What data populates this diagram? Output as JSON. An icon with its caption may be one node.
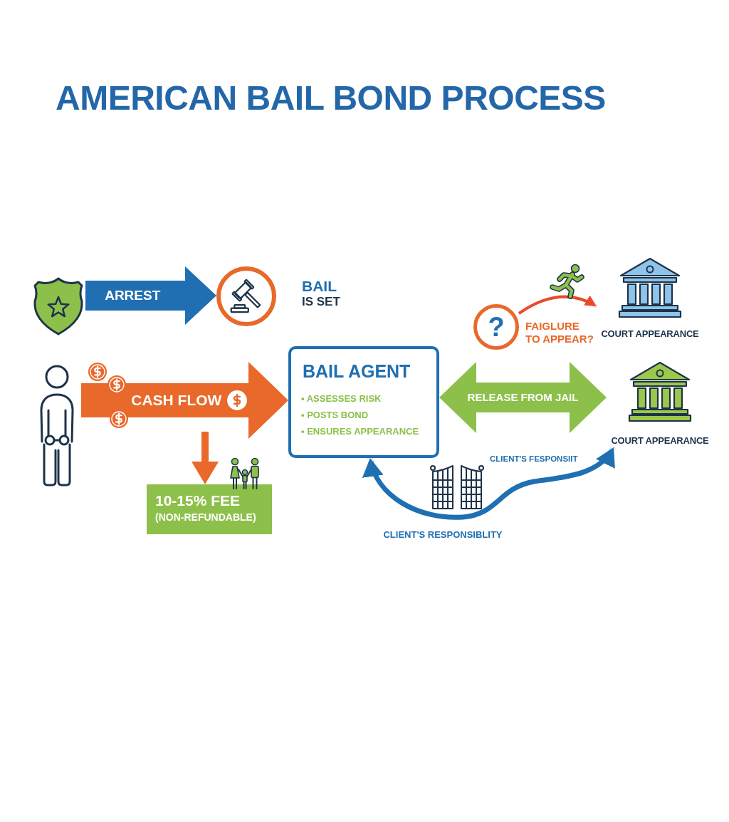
{
  "diagram": {
    "title": "AMERICAN BAIL BOND PROCESS",
    "nodes": [
      {
        "text": [],
        "shape": "picture"
      },
      {
        "text": [],
        "shape": "circle",
        "beside": [
          "BAIL",
          "IS SET"
        ]
      },
      {
        "text": [
          "?"
        ],
        "beside": [
          "FAIGLURE TO APPEAR?"
        ]
      },
      {
        "text": [
          "COURT APPEARANCE"
        ]
      },
      {
        "text": [],
        "shape": "person"
      },
      {
        "text": [
          "BAIL AGENT",
          "• ASSESSES RISK",
          "• POSTS BOND",
          "• ENSURES APPEARANCE"
        ]
      },
      {
        "text": [
          "COURT APPEARANCE"
        ]
      },
      {
        "text": [
          "10-15% FEE",
          "(NON-REFUNDABLE)"
        ]
      }
    ],
    "edges": [
      {
        "from": 0,
        "to": 1,
        "arrow": "to",
        "label": "ARREST",
        "style": "thick",
        "color": "#1f6fb2"
      },
      {
        "from": 2,
        "to": 3,
        "arrow": "to",
        "color": "#e84a2a"
      },
      {
        "from": 4,
        "to": 5,
        "arrow": "to",
        "label": "CASH FLOW",
        "style": "thick",
        "color": "#e8692a"
      },
      {
        "from": null,
        "to": 7,
        "arrow": "to",
        "color": "#e8692a"
      },
      {
        "from": 5,
        "to": 6,
        "arrow": "both",
        "label": "RELEASE FROM JAIL",
        "style": "thick",
        "color": "#8cc04a"
      },
      {
        "from": 5,
        "to": 6,
        "arrow": "both",
        "label": "CLIENT'S RESPONSIBLITY",
        "color": "#1f6fb2"
      }
    ],
    "labels": [
      "CLIENT'S FESPONSIIT"
    ]
  }
}
